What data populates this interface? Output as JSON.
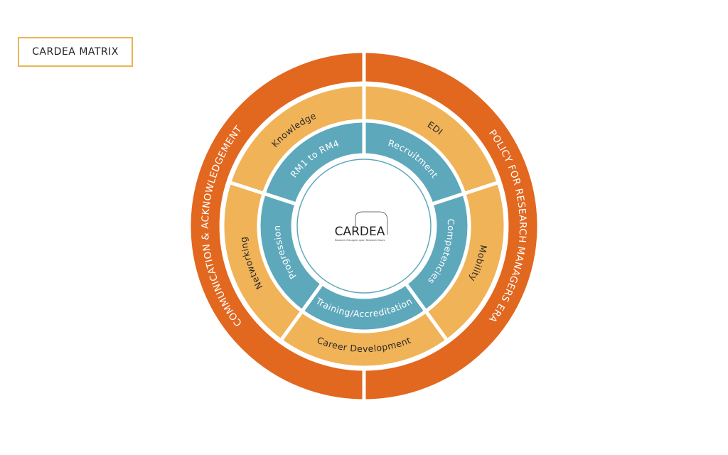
{
  "title": "CARDEA MATRIX",
  "colors": {
    "outer": "#e2671f",
    "middle": "#f0b357",
    "inner": "#5ea8bc",
    "box_border": "#eab554",
    "dark_text": "#2a2a2a",
    "light_text": "#ffffff"
  },
  "logo": {
    "name": "CARDEA",
    "tagline": "Research Managers open Research Doors"
  },
  "outer_ring": [
    {
      "label": "COMMUNICATION & ACKNOWLEDGEMENT"
    },
    {
      "label": "POLICY FOR RESEARCH MANAGERS ERA"
    }
  ],
  "middle_ring": [
    {
      "label": "Knowledge"
    },
    {
      "label": "Networking"
    },
    {
      "label": "Career Development"
    },
    {
      "label": "Mobility"
    },
    {
      "label": "EDI"
    }
  ],
  "inner_ring": [
    {
      "label": "RM1 to RM4"
    },
    {
      "label": "Progression"
    },
    {
      "label": "Training/Accreditation"
    },
    {
      "label": "Competencies"
    },
    {
      "label": "Recruitment"
    }
  ]
}
